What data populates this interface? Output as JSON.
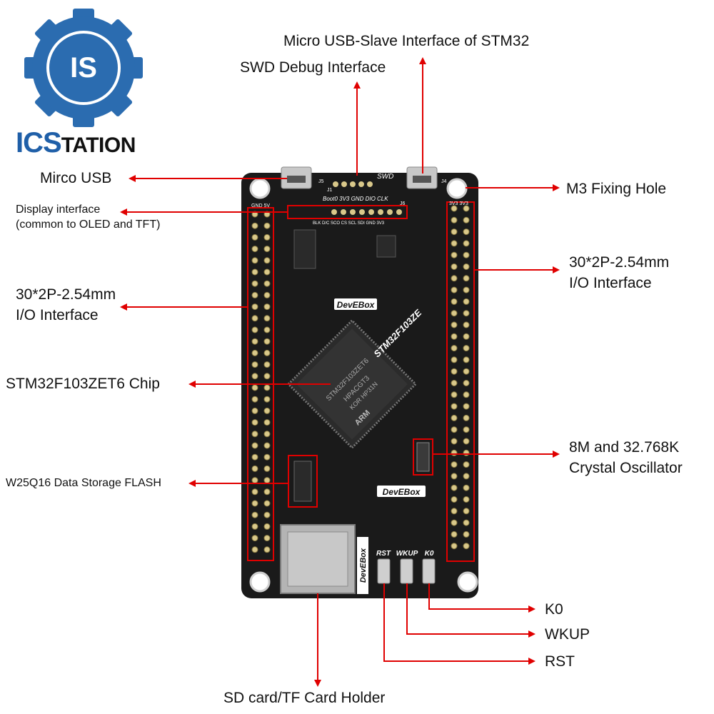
{
  "brand": {
    "logo_emblem": "IS",
    "logo_text_a": "ICS",
    "logo_text_b": "TATION",
    "color_blue": "#2b6cb0",
    "color_dark": "#111111"
  },
  "board": {
    "silk_devebox": "DevEBox",
    "silk_chip_model": "STM32F103ZE",
    "silk_swd": "SWD",
    "silk_swd_pins": "Boot0 3V3 GND DIO CLK",
    "silk_j1": "J1",
    "silk_j4": "J4",
    "silk_j5": "J5",
    "silk_j6": "J6",
    "silk_rst": "RST",
    "silk_wkup": "WKUP",
    "silk_k0": "K0",
    "chip_marking_1": "STM32F103ZET6",
    "chip_marking_2": "HPACGT3",
    "chip_marking_3": "KOR HP31N",
    "chip_arm": "ARM",
    "silk_gnd_5v": "GND 5V",
    "silk_3v3": "3V3 3V3",
    "silk_lcd": "BLK D/C SCO CS SCL SDI GND 3V3",
    "board_color": "#1a1a1a",
    "highlight_color": "#e00000"
  },
  "labels": {
    "micro_usb_slave": "Micro USB-Slave Interface of STM32",
    "swd_debug": "SWD Debug Interface",
    "mirco_usb": "Mirco USB",
    "m3_hole": "M3 Fixing Hole",
    "display_line1": "Display interface",
    "display_line2": "(common to OLED and TFT)",
    "io_right_line1": "30*2P-2.54mm",
    "io_right_line2": "I/O Interface",
    "io_left_line1": "30*2P-2.54mm",
    "io_left_line2": "I/O Interface",
    "chip": "STM32F103ZET6 Chip",
    "crystal_line1": "8M and 32.768K",
    "crystal_line2": "Crystal Oscillator",
    "flash": "W25Q16 Data Storage FLASH",
    "k0": "K0",
    "wkup": "WKUP",
    "rst": "RST",
    "sd_card": "SD card/TF Card Holder"
  },
  "arrow_color": "#e00000"
}
